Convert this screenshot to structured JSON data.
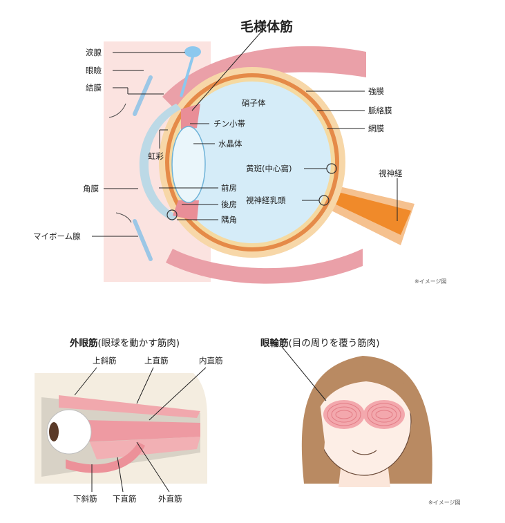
{
  "eye": {
    "title": "毛様体筋",
    "labels": {
      "lacrimal_gland": "涙腺",
      "eyelid": "眼瞼",
      "conjunctiva": "結膜",
      "vitreous": "硝子体",
      "sclera": "強膜",
      "choroid": "脈絡膜",
      "retina": "網膜",
      "zonule": "チン小帯",
      "lens": "水晶体",
      "iris": "虹彩",
      "macula": "黄斑(中心窩)",
      "optic_nerve": "視神経",
      "cornea": "角膜",
      "anterior_chamber": "前房",
      "optic_disc": "視神経乳頭",
      "posterior_chamber": "後房",
      "angle": "隅角",
      "meibomian": "マイボーム腺"
    },
    "note": "※イメージ図"
  },
  "extraocular": {
    "title": "外眼筋",
    "subtitle": "(眼球を動かす筋肉)",
    "labels": {
      "superior_oblique": "上斜筋",
      "superior_rectus": "上直筋",
      "medial_rectus": "内直筋",
      "inferior_oblique": "下斜筋",
      "inferior_rectus": "下直筋",
      "lateral_rectus": "外直筋"
    }
  },
  "orbicularis": {
    "title": "眼輪筋",
    "subtitle": "(目の周りを覆う筋肉)",
    "note": "※イメージ図"
  }
}
